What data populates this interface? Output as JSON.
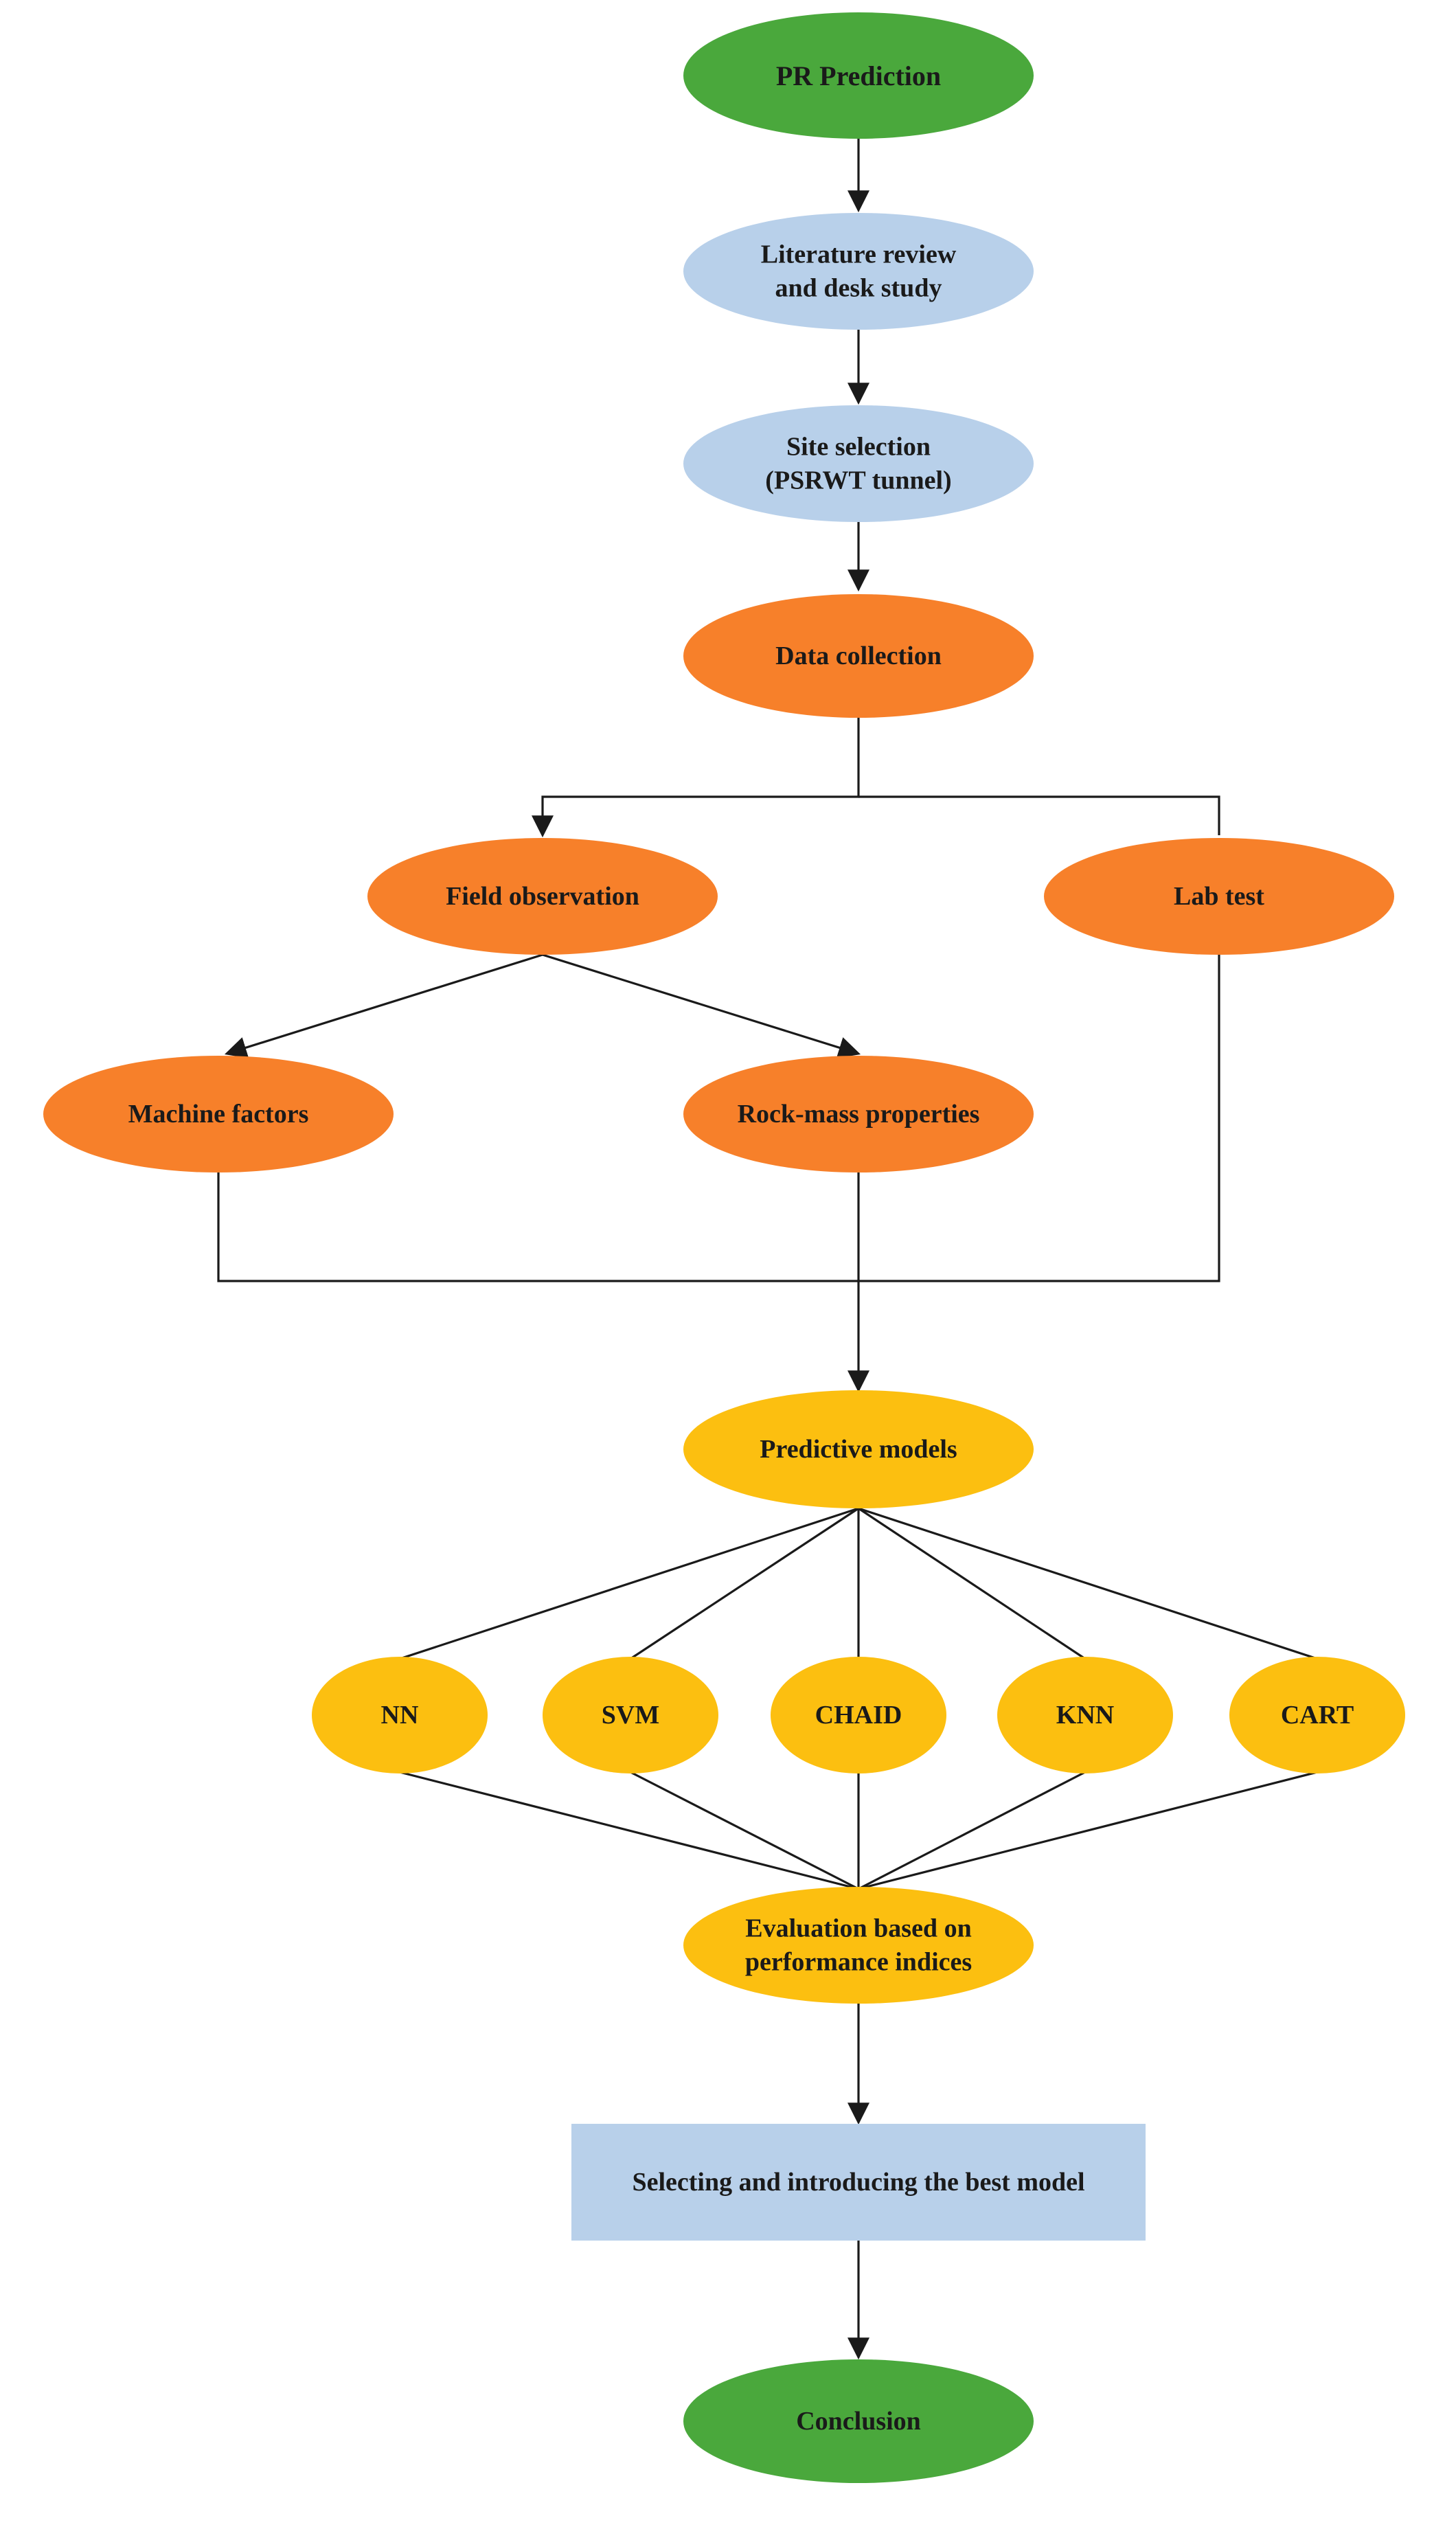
{
  "colors": {
    "green": "#4aa83c",
    "blue": "#b8d0ea",
    "orange": "#f7802a",
    "yellow": "#fcbf10",
    "box_blue": "#b8d0ea",
    "line": "#1a1a1a"
  },
  "nodes": {
    "pr_prediction": {
      "lines": [
        "PR Prediction"
      ],
      "color": "green"
    },
    "literature_review": {
      "lines": [
        "Literature review",
        "and desk study"
      ],
      "color": "blue"
    },
    "site_selection": {
      "lines": [
        "Site selection",
        "(PSRWT tunnel)"
      ],
      "color": "blue"
    },
    "data_collection": {
      "lines": [
        "Data collection"
      ],
      "color": "orange"
    },
    "field_observation": {
      "lines": [
        "Field observation"
      ],
      "color": "orange"
    },
    "lab_test": {
      "lines": [
        "Lab test"
      ],
      "color": "orange"
    },
    "machine_factors": {
      "lines": [
        "Machine factors"
      ],
      "color": "orange"
    },
    "rock_mass_properties": {
      "lines": [
        "Rock-mass properties"
      ],
      "color": "orange"
    },
    "predictive_models": {
      "lines": [
        "Predictive models"
      ],
      "color": "yellow"
    },
    "nn": {
      "lines": [
        "NN"
      ],
      "color": "yellow"
    },
    "svm": {
      "lines": [
        "SVM"
      ],
      "color": "yellow"
    },
    "chaid": {
      "lines": [
        "CHAID"
      ],
      "color": "yellow"
    },
    "knn": {
      "lines": [
        "KNN"
      ],
      "color": "yellow"
    },
    "cart": {
      "lines": [
        "CART"
      ],
      "color": "yellow"
    },
    "evaluation": {
      "lines": [
        "Evaluation based on",
        "performance indices"
      ],
      "color": "yellow"
    },
    "selecting_best_model": {
      "lines": [
        "Selecting and introducing the best model"
      ],
      "color": "box_blue"
    },
    "conclusion": {
      "lines": [
        "Conclusion"
      ],
      "color": "green"
    }
  }
}
